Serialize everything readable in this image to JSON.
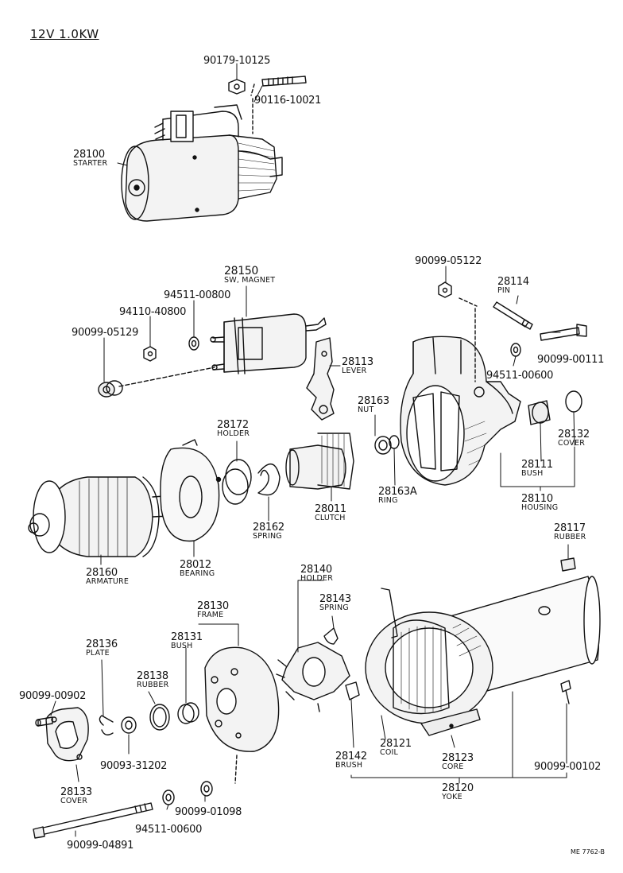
{
  "header": "12V  1.0KW",
  "footer_code": "ME  7762-B",
  "parts": {
    "p90179": {
      "num": "90179-10125"
    },
    "p90116": {
      "num": "90116-10021"
    },
    "p28100": {
      "num": "28100",
      "name": "STARTER"
    },
    "p28150": {
      "num": "28150",
      "name": "SW, MAGNET"
    },
    "p94511a": {
      "num": "94511-00800"
    },
    "p94110": {
      "num": "94110-40800"
    },
    "p90099_05129": {
      "num": "90099-05129"
    },
    "p28113": {
      "num": "28113",
      "name": "LEVER"
    },
    "p90099_05122": {
      "num": "90099-05122"
    },
    "p28114": {
      "num": "28114",
      "name": "PIN"
    },
    "p90099_00111": {
      "num": "90099-00111"
    },
    "p94511_00600a": {
      "num": "94511-00600"
    },
    "p28163": {
      "num": "28163",
      "name": "NUT"
    },
    "p28172": {
      "num": "28172",
      "name": "HOLDER"
    },
    "p28132": {
      "num": "28132",
      "name": "COVER"
    },
    "p28111": {
      "num": "28111",
      "name": "BUSH"
    },
    "p28163a": {
      "num": "28163A",
      "name": "RING"
    },
    "p28110": {
      "num": "28110",
      "name": "HOUSING"
    },
    "p28011": {
      "num": "28011",
      "name": "CLUTCH"
    },
    "p28162": {
      "num": "28162",
      "name": "SPRING"
    },
    "p28160": {
      "num": "28160",
      "name": "ARMATURE"
    },
    "p28012": {
      "num": "28012",
      "name": "BEARING"
    },
    "p28117": {
      "num": "28117",
      "name": "RUBBER"
    },
    "p28140": {
      "num": "28140",
      "name": "HOLDER"
    },
    "p28130": {
      "num": "28130",
      "name": "FRAME"
    },
    "p28143": {
      "num": "28143",
      "name": "SPRING"
    },
    "p28131": {
      "num": "28131",
      "name": "BUSH"
    },
    "p28136": {
      "num": "28136",
      "name": "PLATE"
    },
    "p28138": {
      "num": "28138",
      "name": "RUBBER"
    },
    "p90099_00902": {
      "num": "90099-00902"
    },
    "p90093": {
      "num": "90093-31202"
    },
    "p28133": {
      "num": "28133",
      "name": "COVER"
    },
    "p90099_01098": {
      "num": "90099-01098"
    },
    "p94511_00600b": {
      "num": "94511-00600"
    },
    "p90099_04891": {
      "num": "90099-04891"
    },
    "p28121": {
      "num": "28121",
      "name": "COIL"
    },
    "p28142": {
      "num": "28142",
      "name": "BRUSH"
    },
    "p28123": {
      "num": "28123",
      "name": "CORE"
    },
    "p90099_00102": {
      "num": "90099-00102"
    },
    "p28120": {
      "num": "28120",
      "name": "YOKE"
    }
  }
}
